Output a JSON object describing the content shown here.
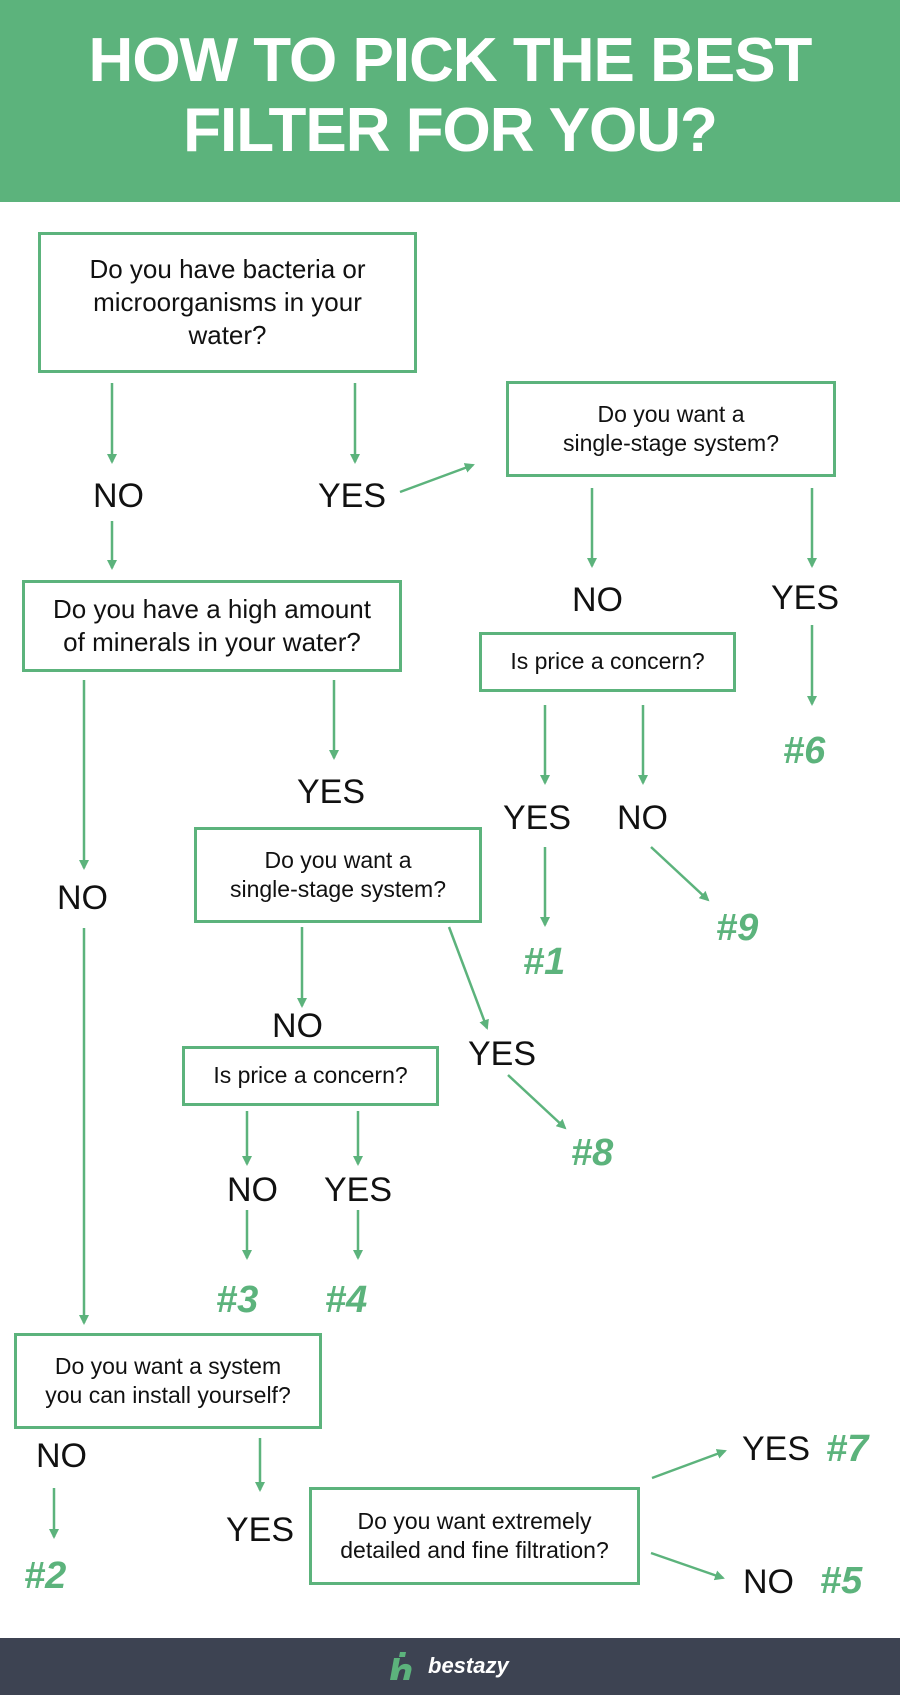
{
  "header": {
    "title_line1": "HOW TO PICK THE BEST",
    "title_line2": "FILTER FOR YOU?",
    "background": "#5cb37c"
  },
  "accent_color": "#5cb37c",
  "questions": {
    "q_bacteria": [
      "Do you have bacteria or",
      "microorganisms in your",
      "water?"
    ],
    "q_single_stage_top": [
      "Do you want a",
      "single-stage system?"
    ],
    "q_minerals": [
      "Do you have a high amount",
      "of minerals in your water?"
    ],
    "q_price_top": "Is price a concern?",
    "q_single_stage_mid": [
      "Do you want a",
      "single-stage system?"
    ],
    "q_price_mid": "Is price a concern?",
    "q_install": [
      "Do you want a system",
      "you can install yourself?"
    ],
    "q_filtration": [
      "Do you want extremely",
      "detailed and fine filtration?"
    ]
  },
  "answers": {
    "bacteria_no": "NO",
    "bacteria_yes": "YES",
    "single_top_no": "NO",
    "single_top_yes": "YES",
    "price_top_yes": "YES",
    "price_top_no": "NO",
    "minerals_yes": "YES",
    "minerals_no": "NO",
    "single_mid_no": "NO",
    "single_mid_yes": "YES",
    "price_mid_no": "NO",
    "price_mid_yes": "YES",
    "install_no": "NO",
    "install_yes": "YES",
    "filtration_yes": "YES",
    "filtration_no": "NO"
  },
  "results": {
    "r6": "#6",
    "r1": "#1",
    "r9": "#9",
    "r8": "#8",
    "r3": "#3",
    "r4": "#4",
    "r2": "#2",
    "r7": "#7",
    "r5": "#5"
  },
  "footer": {
    "brand": "bestazy",
    "background": "#3d4352",
    "logo_icon": "brand-logo-icon"
  }
}
